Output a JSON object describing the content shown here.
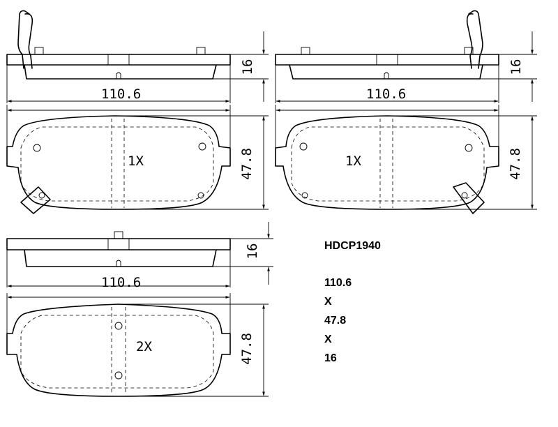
{
  "part_number": "HDCP1940",
  "specs": [
    "110.6",
    "X",
    "47.8",
    "X",
    "16"
  ],
  "dimensions": {
    "width": "110.6",
    "height": "47.8",
    "thickness": "16"
  },
  "quantities": {
    "top_left": "1X",
    "top_right": "1X",
    "bottom": "2X"
  }
}
